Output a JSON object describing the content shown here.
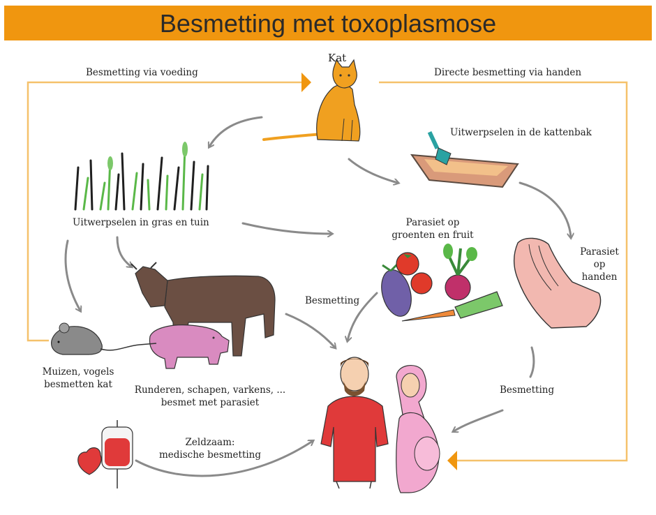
{
  "title": "Besmetting met toxoplasmose",
  "colors": {
    "title_bar": "#f0960f",
    "cycle_line": "#f5c16b",
    "arrow_head": "#f0960f",
    "arrows": "#7f7f7f",
    "cat": "#f0a020",
    "cow": "#6b4f43",
    "pig": "#d98bc0",
    "mouse": "#8a8a8a",
    "man_shirt": "#e03a3a",
    "woman": "#f2a8cf"
  },
  "labels": {
    "cat": "Kat",
    "food_route": "Besmetting via voeding",
    "hands_route": "Directe besmetting via handen",
    "litterbox": "Uitwerpselen in de kattenbak",
    "grass": "Uitwerpselen in gras en tuin",
    "veg_1": "Parasiet op",
    "veg_2": "groenten en fruit",
    "hands_1": "Parasiet",
    "hands_2": "op",
    "hands_3": "handen",
    "besmetting_left": "Besmetting",
    "besmetting_right": "Besmetting",
    "mice_1": "Muizen, vogels",
    "mice_2": "besmetten kat",
    "livestock_1": "Runderen, schapen, varkens, ...",
    "livestock_2": "besmet met parasiet",
    "medical_1": "Zeldzaam:",
    "medical_2": "medische besmetting"
  },
  "icons": [
    "cat-icon",
    "litterbox-icon",
    "grass-icon",
    "vegetables-icon",
    "hands-icon",
    "cow-icon",
    "pig-icon",
    "mouse-icon",
    "blood-bag-icon",
    "heart-icon",
    "man-icon",
    "pregnant-woman-icon"
  ]
}
